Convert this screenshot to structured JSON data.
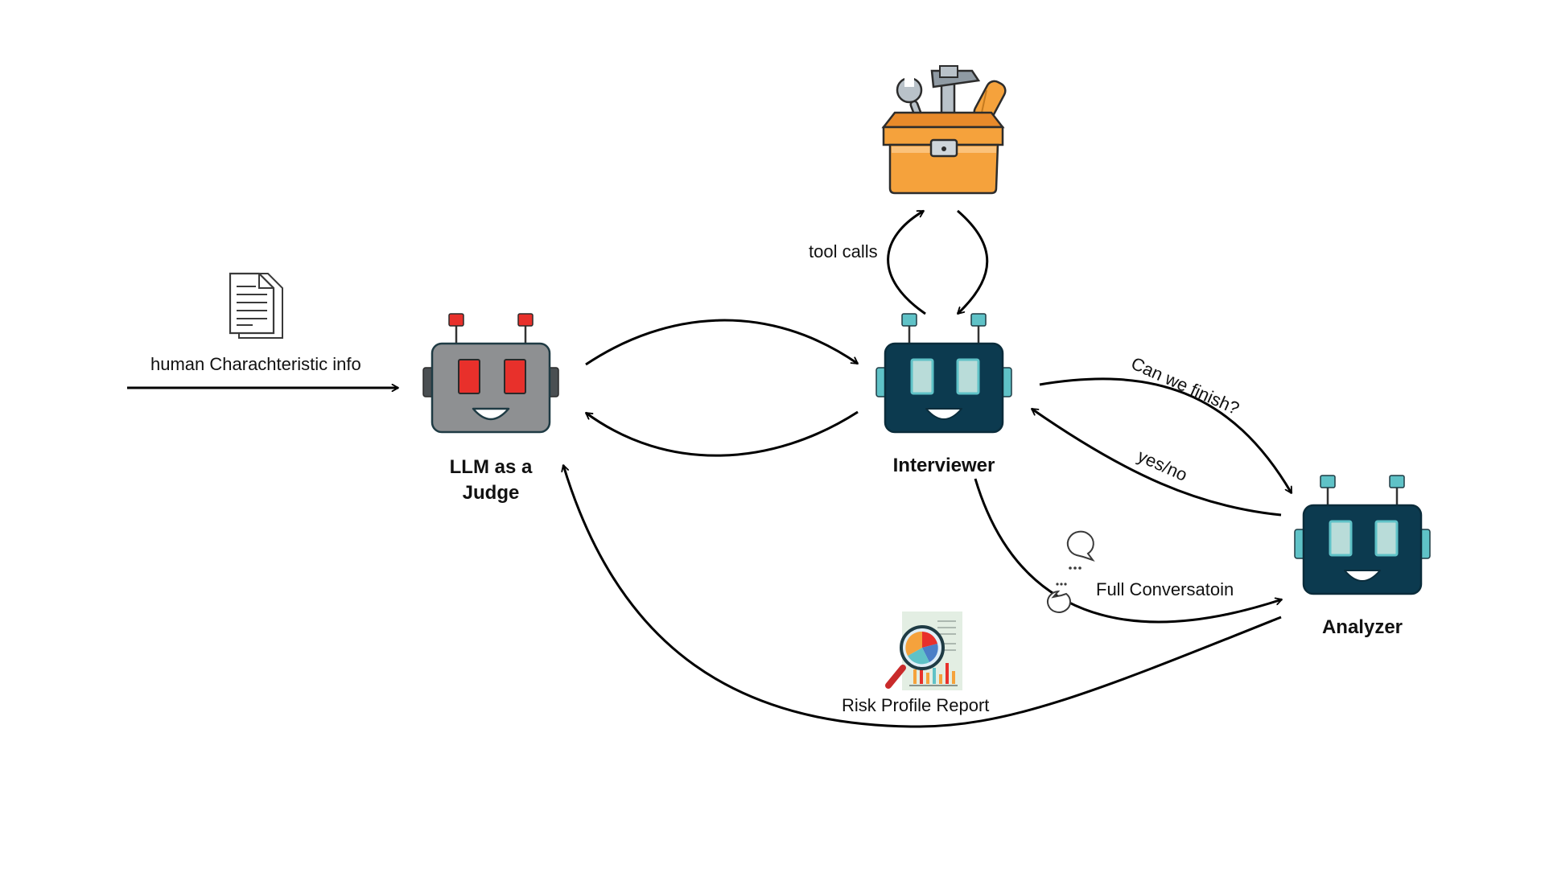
{
  "nodes": {
    "judge": {
      "label_line1": "LLM as a",
      "label_line2": "Judge",
      "icon": "robot-icon",
      "color": "#8e9092",
      "eye_color": "#e8302b",
      "antenna_color": "#e8302b"
    },
    "interviewer": {
      "label": "Interviewer",
      "icon": "robot-icon",
      "color": "#0c3a4f",
      "eye_color": "#b9dcd9",
      "antenna_color": "#5fc2c7"
    },
    "analyzer": {
      "label": "Analyzer",
      "icon": "robot-icon",
      "color": "#0c3a4f",
      "eye_color": "#b9dcd9",
      "antenna_color": "#5fc2c7"
    },
    "toolbox": {
      "icon": "toolbox-icon",
      "color": "#f5a23c"
    }
  },
  "edges": {
    "input": {
      "label": "human Charachteristic info",
      "icon": "document-icon"
    },
    "tool_calls": {
      "label": "tool calls"
    },
    "finish_query": {
      "label": "Can we finish?"
    },
    "finish_reply": {
      "label": "yes/no"
    },
    "conversation": {
      "label": "Full Conversatoin",
      "icon": "chat-bubbles-icon"
    },
    "report": {
      "label": "Risk Profile Report",
      "icon": "report-magnifier-icon"
    }
  }
}
